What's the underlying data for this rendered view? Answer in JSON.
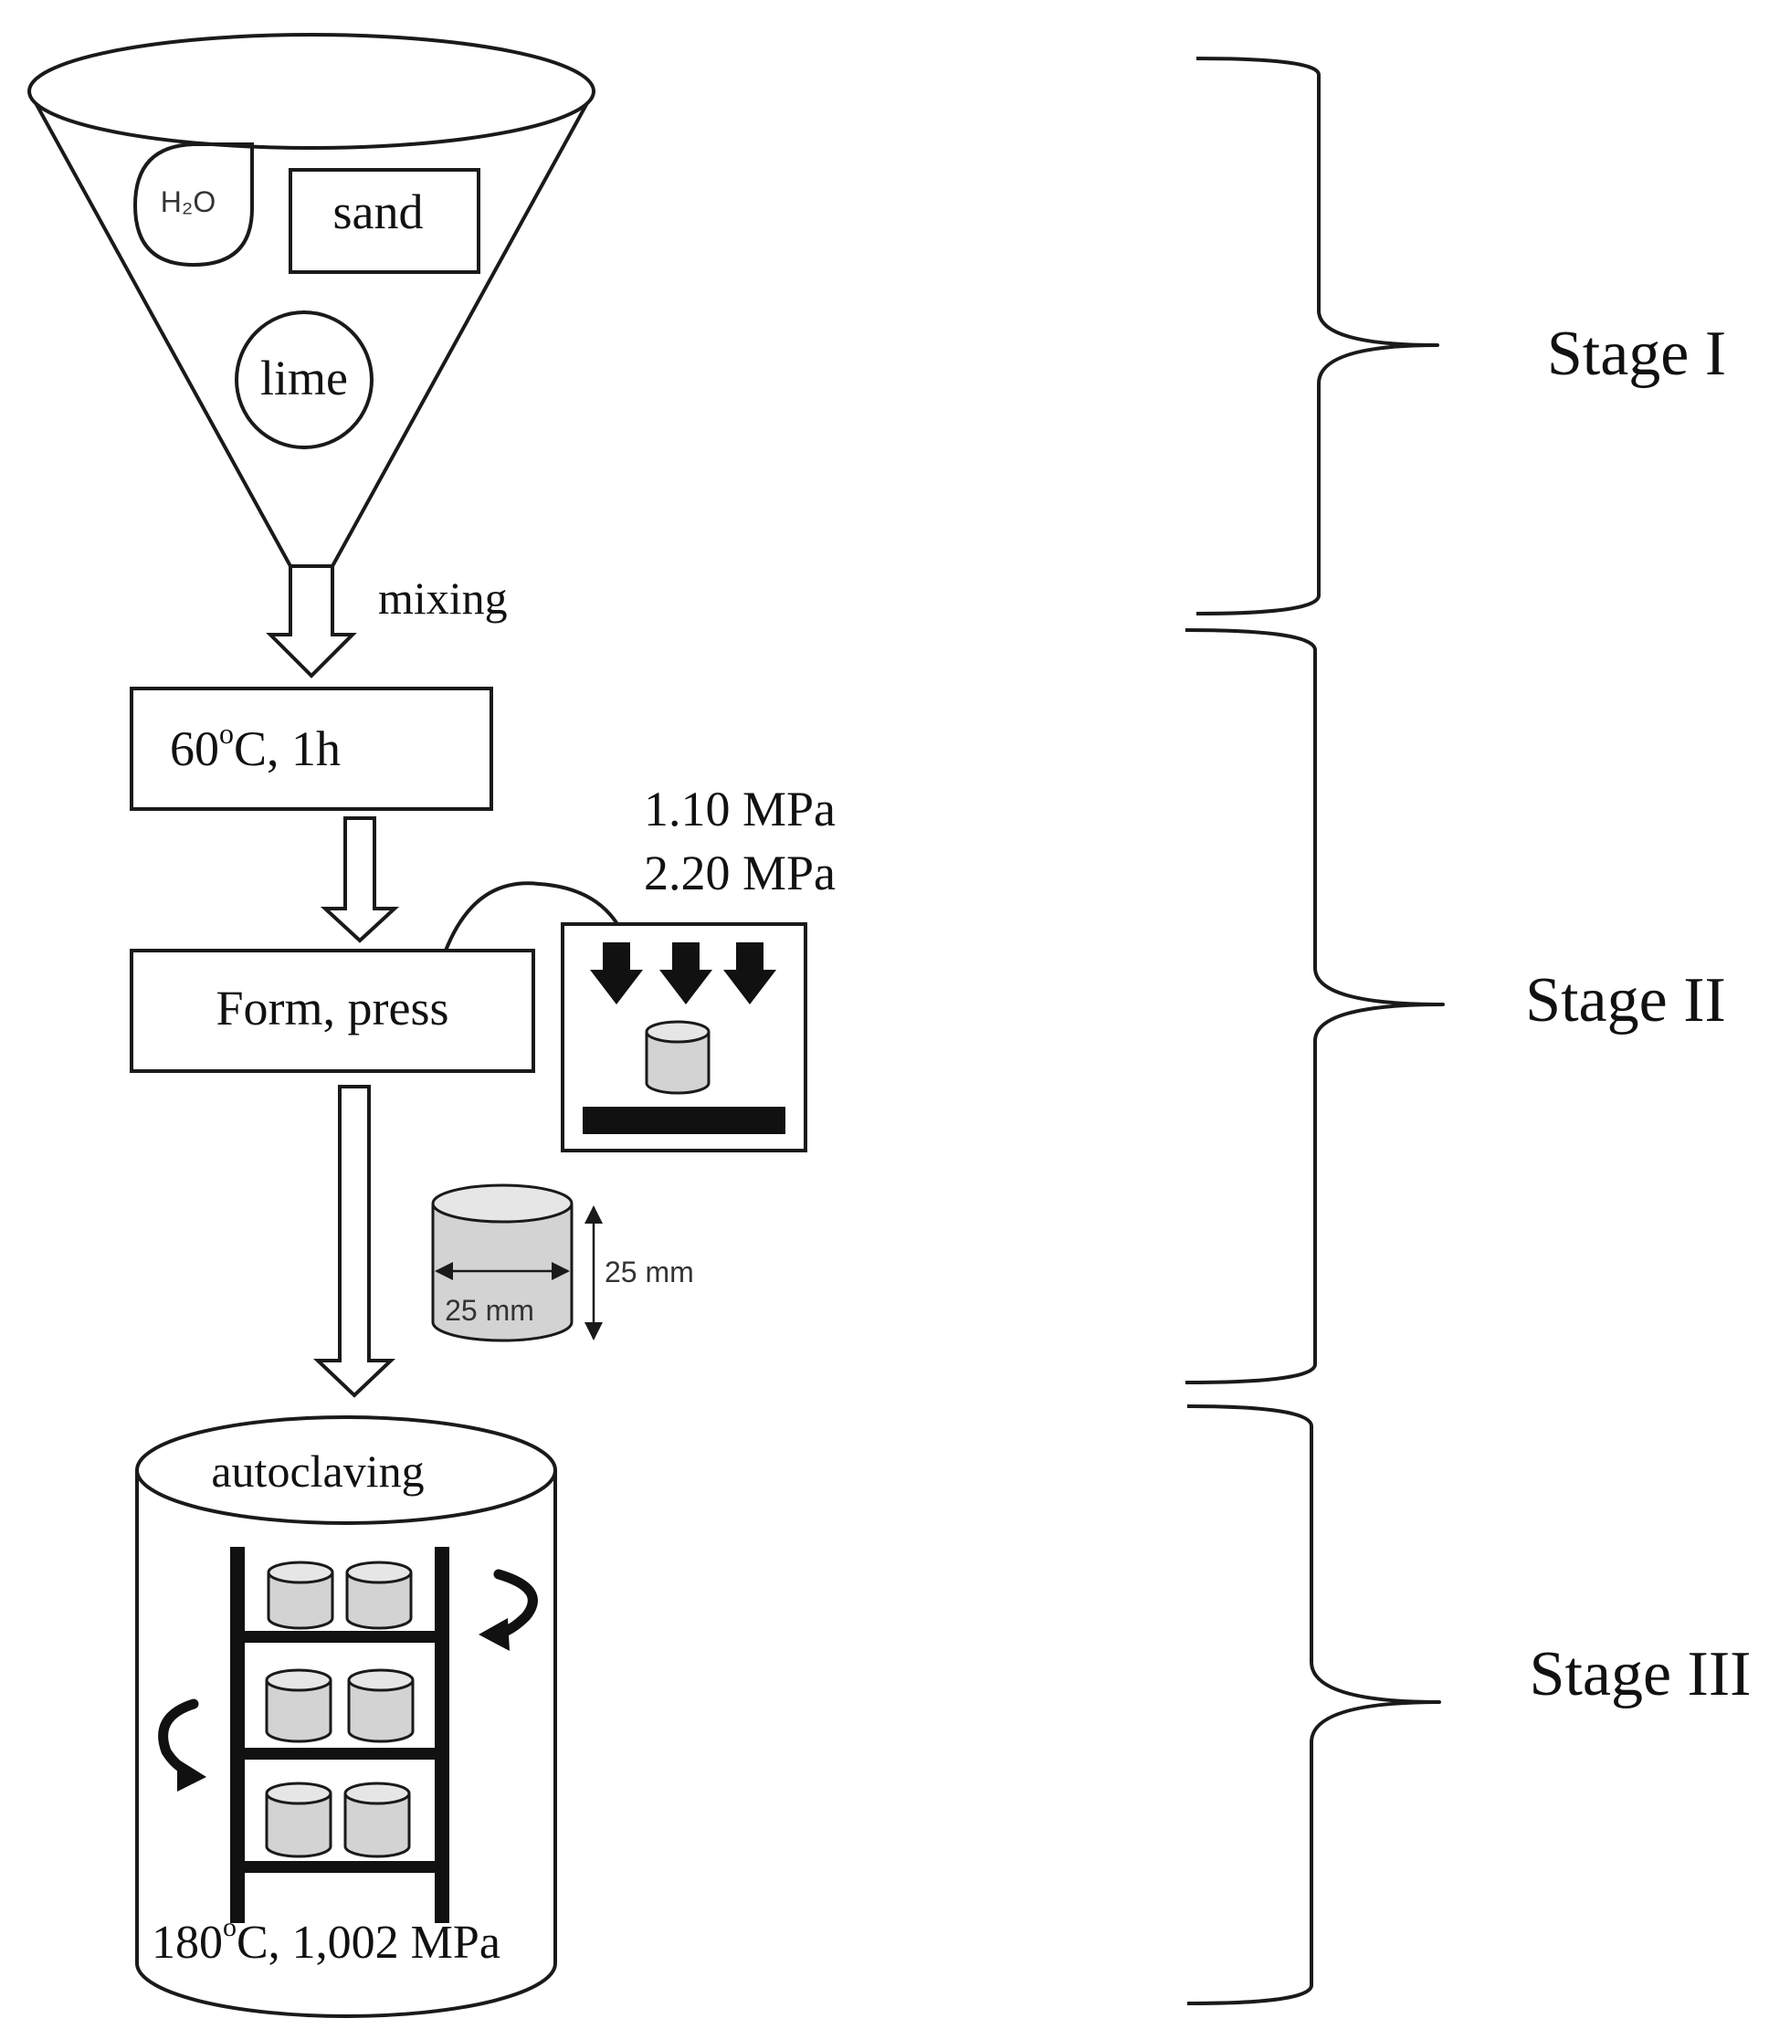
{
  "stage1": {
    "ingredients": {
      "water": "H₂O",
      "sand": "sand",
      "lime": "lime"
    },
    "mixing_label": "mixing",
    "label": "Stage I"
  },
  "stage2": {
    "heat_box": {
      "temp_value": "60",
      "temp_unit": "C, 1h",
      "degree": "o"
    },
    "form_box": "Form, press",
    "pressures": [
      "1.10 MPa",
      "2.20 MPa"
    ],
    "specimen": {
      "height": "25 mm",
      "diameter": "25 mm"
    },
    "label": "Stage II"
  },
  "stage3": {
    "vessel_label": "autoclaving",
    "conditions": {
      "temp_value": "180",
      "degree": "o",
      "rest": "C, 1,002 MPa"
    },
    "label": "Stage III"
  },
  "colors": {
    "ink": "#1a1a1a",
    "specimen_fill": "#d3d3d3",
    "background": "#ffffff"
  }
}
